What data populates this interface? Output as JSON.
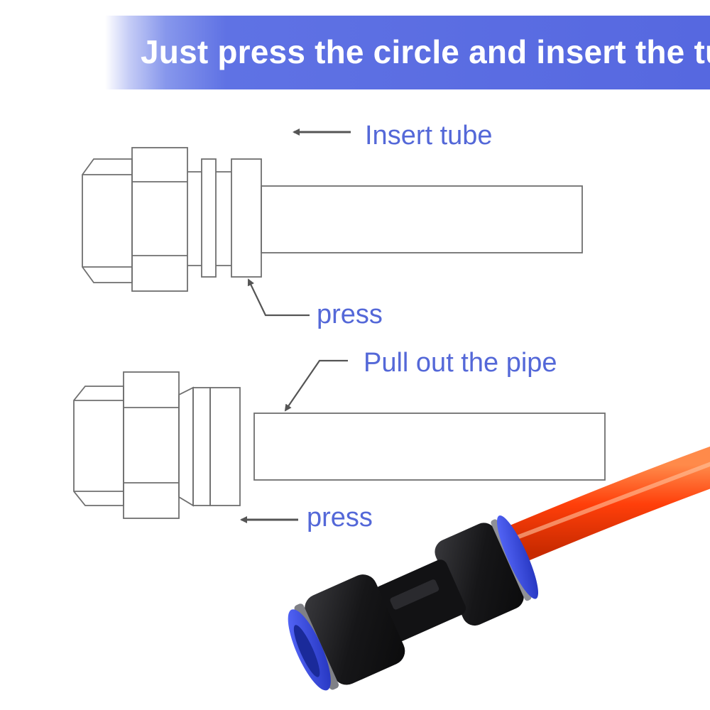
{
  "banner": {
    "title": "Just press the circle and insert the tube"
  },
  "labels": {
    "insert_tube": "Insert tube",
    "press_top": "press",
    "pull_out": "Pull out the pipe",
    "press_bottom": "press"
  },
  "colors": {
    "banner_start": "#8797ec",
    "banner_end": "#5668e0",
    "banner_text": "#ffffff",
    "label_blue": "#5468d8",
    "line_gray": "#6f6f6f",
    "arrow_gray": "#555555",
    "tube_orange": "#ff4a10",
    "fitting_black": "#1b1b1d",
    "collet_blue": "#2a3fd4"
  }
}
